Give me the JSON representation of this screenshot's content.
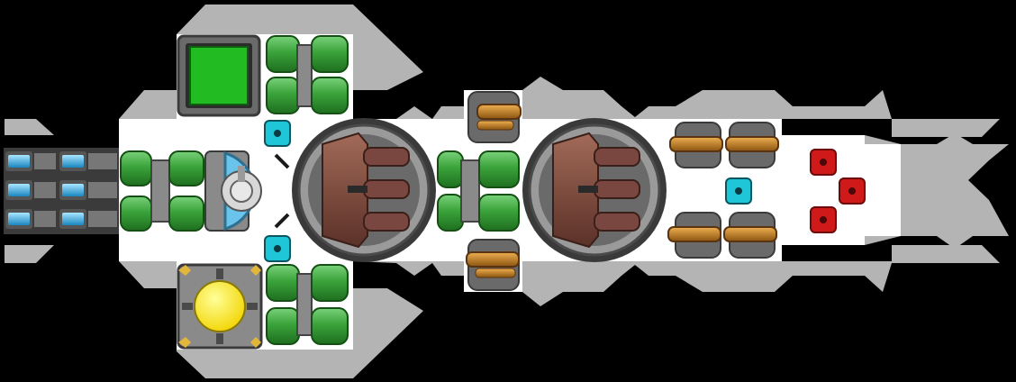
{
  "view": "ship-blueprint",
  "colors": {
    "background": "#000000",
    "hull": "#b4b4b4",
    "floor": "#ffffff",
    "module_frame": "#5a5a5a",
    "module_dark": "#2b2b2b",
    "tank_green": "#3aa33a",
    "tank_green_dark": "#1f6e1f",
    "engine_blue": "#3bb8e6",
    "shield_blue": "#69c3ea",
    "turret_copper": "#c8811f",
    "missile_body": "#8a4e3a",
    "missile_tube": "#6a3d36",
    "door_cyan": "#1fc6d8",
    "door_red": "#d01a1a",
    "oxygen_green": "#22bb22",
    "reactor_yellow": "#ffee00",
    "reactor_trim": "#e2b53b"
  },
  "systems": [
    {
      "id": "oxygen",
      "icon": "oxygen-system-icon"
    },
    {
      "id": "shields",
      "icon": "shield-system-icon"
    },
    {
      "id": "reactor",
      "icon": "reactor-core-icon"
    },
    {
      "id": "engines",
      "icon": "engine-thruster-icon"
    },
    {
      "id": "missile-bay-1",
      "icon": "missile-launcher-icon"
    },
    {
      "id": "missile-bay-2",
      "icon": "missile-launcher-icon"
    },
    {
      "id": "laser-turrets",
      "icon": "turret-icon"
    }
  ]
}
